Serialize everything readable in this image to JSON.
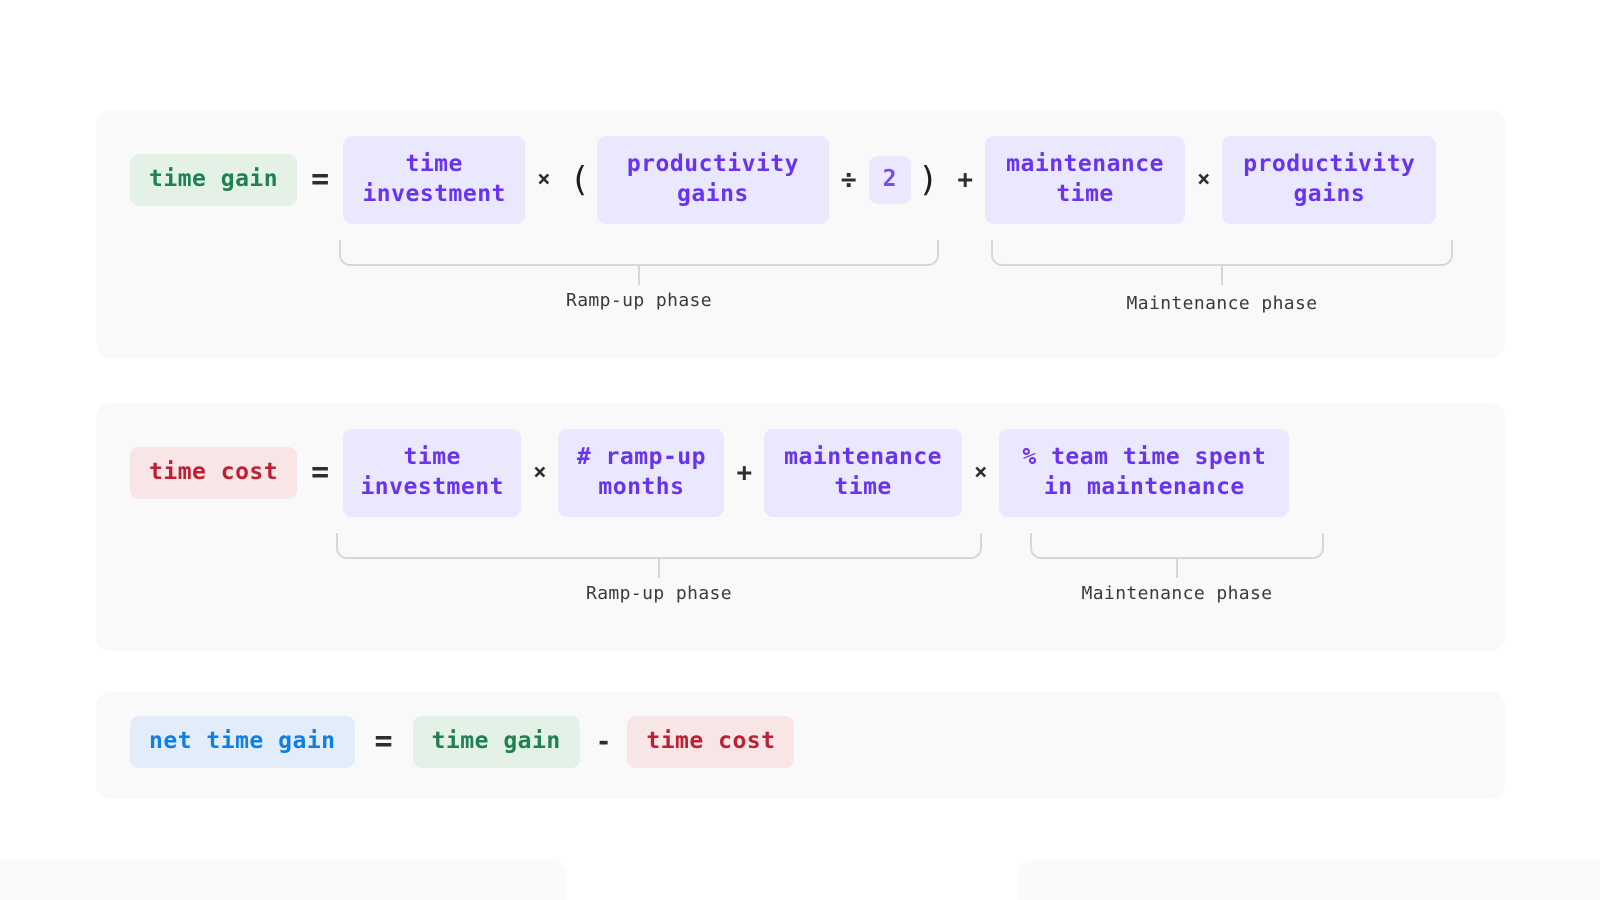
{
  "theme": {
    "page_bg": "#ffffff",
    "card_bg": "#f9f9fa",
    "var_bg": "#eae8fd",
    "var_fg": "#6a33f0",
    "num_bg": "#ece9fe",
    "num_fg": "#7b49f5",
    "green_bg": "#e3f1e7",
    "green_fg": "#1f8150",
    "red_bg": "#f8e5e6",
    "red_fg": "#bf1f32",
    "blue_bg": "#e2edf9",
    "blue_fg": "#0d80e8",
    "bracket": "#d6d7d9",
    "operator_fg": "#2e2e32"
  },
  "equations": [
    {
      "id": "time-gain",
      "result_label": "time gain",
      "equals": "=",
      "tokens": {
        "time_investment": "time\ninvestment",
        "times_1": "×",
        "paren_open": "(",
        "productivity_gains_1": "productivity\ngains",
        "divide": "÷",
        "two": "2",
        "paren_close": ")",
        "plus": "+",
        "maintenance_time": "maintenance\ntime",
        "times_2": "×",
        "productivity_gains_2": "productivity\ngains"
      },
      "phases": [
        {
          "label": "Ramp-up phase"
        },
        {
          "label": "Maintenance phase"
        }
      ]
    },
    {
      "id": "time-cost",
      "result_label": "time cost",
      "equals": "=",
      "tokens": {
        "time_investment": "time\ninvestment",
        "times_1": "×",
        "ramp_up_months": "# ramp-up\nmonths",
        "plus": "+",
        "maintenance_time": "maintenance\ntime",
        "times_2": "×",
        "pct_team_time": "% team time spent\nin maintenance"
      },
      "phases": [
        {
          "label": "Ramp-up phase"
        },
        {
          "label": "Maintenance phase"
        }
      ]
    },
    {
      "id": "net-time-gain",
      "result_label": "net time gain",
      "equals": "=",
      "tokens": {
        "time_gain": "time gain",
        "minus": "-",
        "time_cost": "time cost"
      }
    }
  ]
}
